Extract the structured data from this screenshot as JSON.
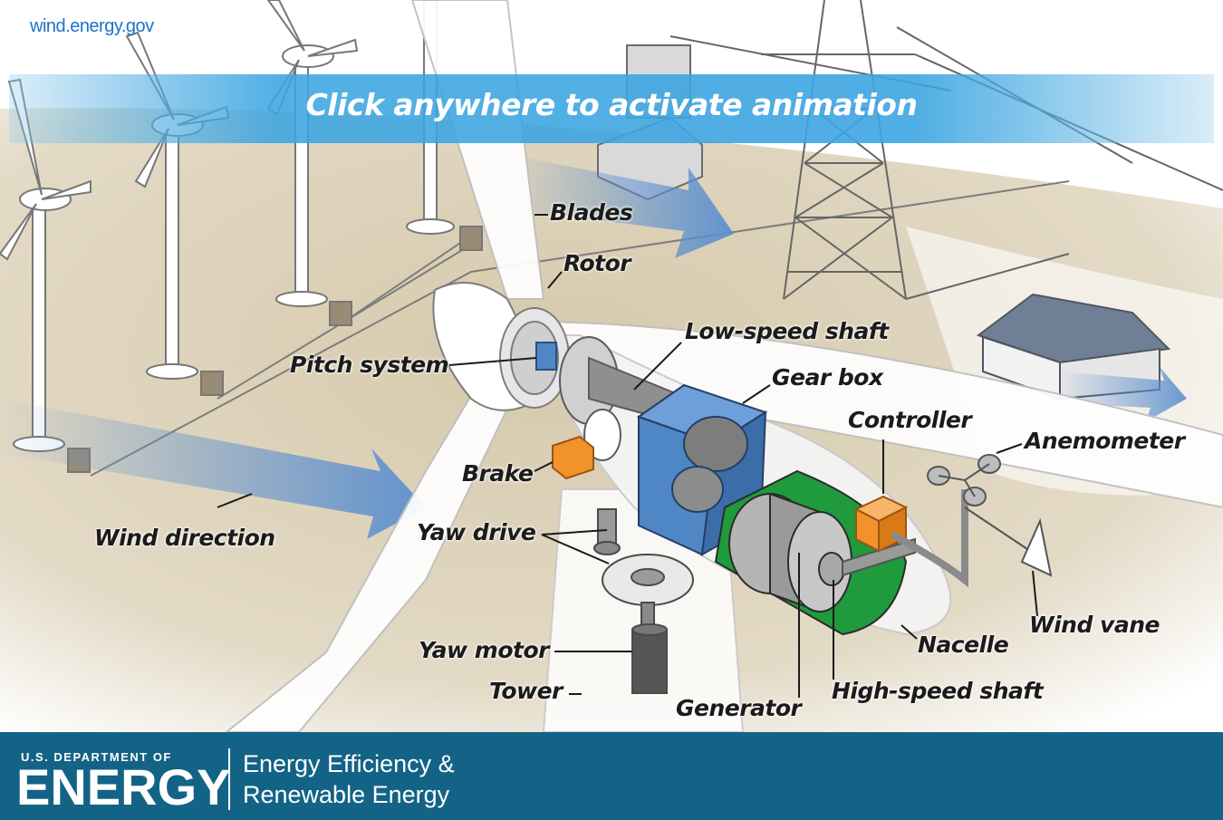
{
  "site_url": "wind.energy.gov",
  "banner": {
    "text": "Click anywhere to activate animation"
  },
  "labels": {
    "blades": "Blades",
    "rotor": "Rotor",
    "low_speed_shaft": "Low-speed shaft",
    "gear_box": "Gear box",
    "pitch_system": "Pitch system",
    "controller": "Controller",
    "anemometer": "Anemometer",
    "brake": "Brake",
    "wind_direction": "Wind direction",
    "yaw_drive": "Yaw drive",
    "wind_vane": "Wind vane",
    "nacelle": "Nacelle",
    "yaw_motor": "Yaw motor",
    "tower": "Tower",
    "high_speed_shaft": "High-speed shaft",
    "generator": "Generator"
  },
  "footer": {
    "department": "U.S. DEPARTMENT OF",
    "agency": "ENERGY",
    "office_line1": "Energy Efficiency &",
    "office_line2": "Renewable Energy"
  },
  "colors": {
    "ground": "#d9cdb4",
    "banner": "#3ca5e1",
    "footer": "#136386",
    "gearbox": "#4f86c6",
    "brake_controller": "#f2922a",
    "generator_base": "#1f9a3c",
    "wind_arrow": "#5b8fcf"
  }
}
